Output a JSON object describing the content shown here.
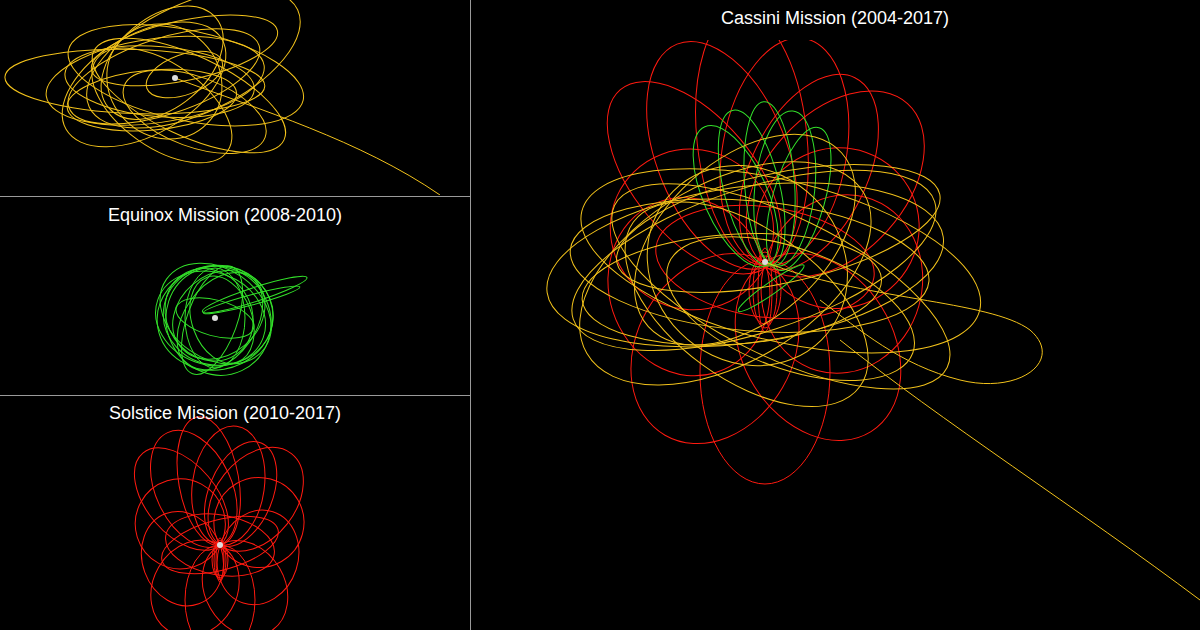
{
  "diagram": {
    "labels": [
      "Equinox Mission (2008-2010)",
      "Solstice Mission (2010-2017)",
      "Cassini Mission (2004-2017)"
    ]
  }
}
